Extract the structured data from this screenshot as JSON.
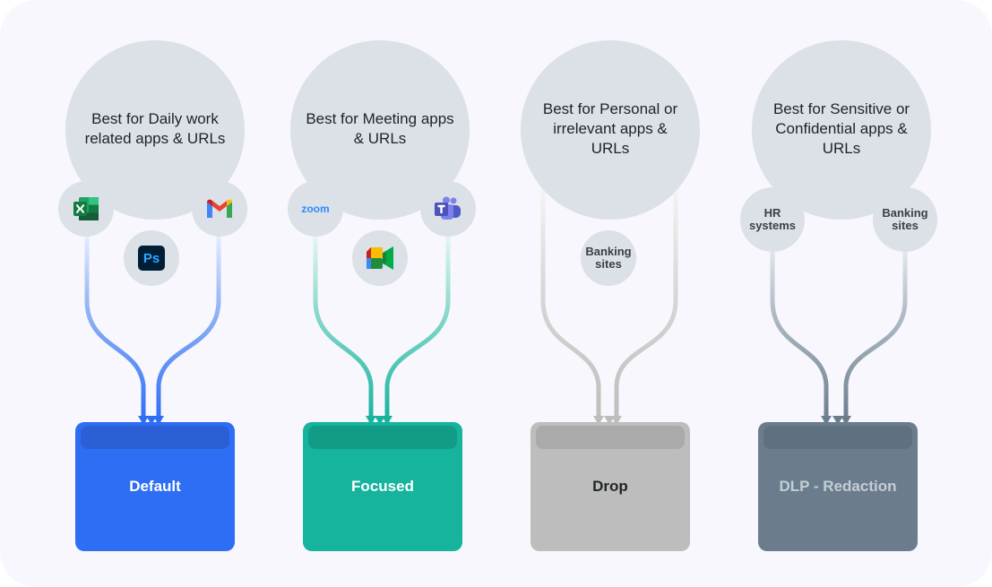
{
  "columns": [
    {
      "bubble_text": "Best for Daily work related apps & URLs",
      "chips": [
        {
          "icon": "excel-icon"
        },
        {
          "icon": "photoshop-icon",
          "text": "Ps"
        },
        {
          "icon": "gmail-icon"
        }
      ],
      "box_label": "Default",
      "color": "#2e6ef5"
    },
    {
      "bubble_text": "Best for Meeting apps & URLs",
      "chips": [
        {
          "icon": "zoom-icon",
          "text": "zoom"
        },
        {
          "icon": "google-meet-icon"
        },
        {
          "icon": "teams-icon"
        }
      ],
      "box_label": "Focused",
      "color": "#16b39d"
    },
    {
      "bubble_text": "Best for Personal or irrelevant apps & URLs",
      "chips": [
        {
          "text": "Banking sites"
        }
      ],
      "box_label": "Drop",
      "color": "#bdbdbd"
    },
    {
      "bubble_text": "Best for Sensitive or Confidential apps & URLs",
      "chips": [
        {
          "text": "HR systems"
        },
        {
          "text": "Banking sites"
        }
      ],
      "box_label": "DLP - Redaction",
      "color": "#6b7d8c"
    }
  ]
}
